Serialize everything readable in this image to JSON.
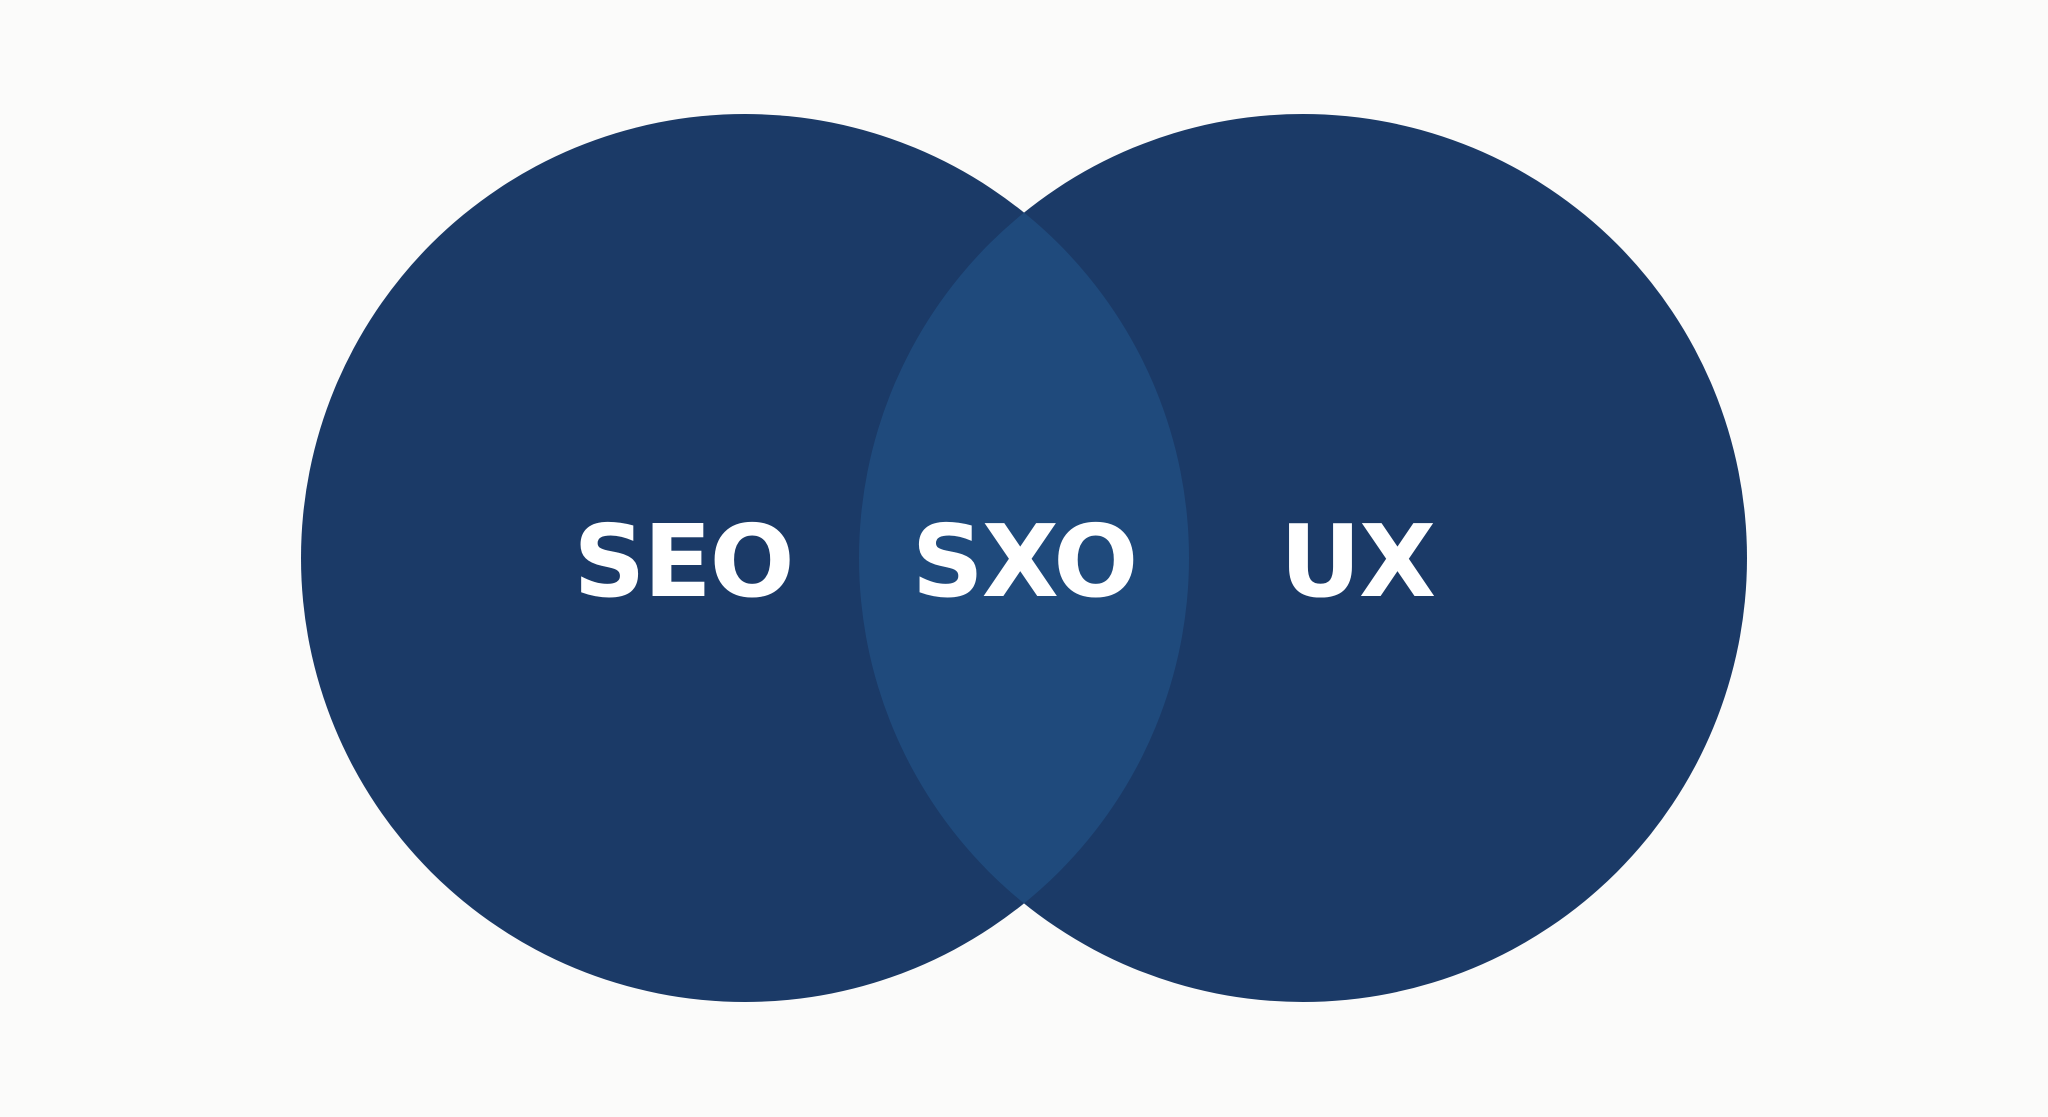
{
  "diagram": {
    "type": "venn",
    "circles": [
      {
        "label": "SEO"
      },
      {
        "label": "UX"
      }
    ],
    "intersection": {
      "label": "SXO"
    },
    "colors": {
      "background": "#fbfbfa",
      "circle": "#1b3a67",
      "intersection": "#1f4a7c",
      "label": "#ffffff"
    }
  }
}
